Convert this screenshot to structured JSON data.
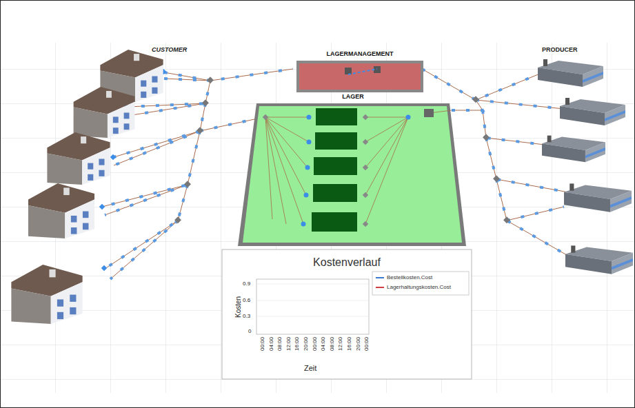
{
  "diagram": {
    "nodes": [
      {
        "text": [
          "LAGERMANAGEMENT"
        ]
      },
      {
        "text": [
          "LAGER"
        ]
      },
      {
        "text": [
          "Kostenverlauf"
        ]
      }
    ],
    "labels": [
      "CUSTOMER",
      "PRODUCER",
      "Kosten",
      "Zeit",
      "0.9",
      "0.6",
      "0.3",
      "0",
      "00:00",
      "04:00",
      "08:00",
      "12:00",
      "16:00",
      "20:00",
      "00:00",
      "04:00",
      "08:00",
      "12:00",
      "16:00",
      "20:00",
      "00:00"
    ],
    "legend": [
      {
        "text": "Bestellkosten.Cost",
        "color": "#3a7bd5"
      },
      {
        "text": "Lagerhaltungskosten.Cost",
        "color": "#d04040"
      }
    ]
  }
}
